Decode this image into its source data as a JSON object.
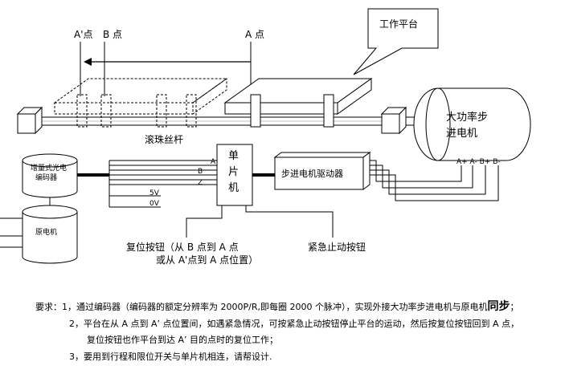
{
  "labels": {
    "platform": "工作平台",
    "point_a_prime": "A'点",
    "point_b": "B 点",
    "point_a": "A 点",
    "ball_screw": "滚珠丝杆",
    "motor_line1": "大功率步",
    "motor_line2": "进电机",
    "motor_terminals": "A+ A-  B+ B-",
    "encoder_line1": "增量式光电",
    "encoder_line2": "编码器",
    "orig_motor": "原电机",
    "sig_a": "A",
    "sig_b": "B",
    "sig_z": "Z",
    "v5": "5V",
    "v0": "0V",
    "mcu_line1": "单",
    "mcu_line2": "片",
    "mcu_line3": "机",
    "driver": "步进电机驱动器",
    "reset_line1": "复位按钮（从 B 点到 A 点",
    "reset_line2": "或从 A'点到 A 点位置）",
    "estop": "紧急止动按钮"
  },
  "requirements": {
    "r1_prefix": "要求：1，通过编码器（编码器的额定分辨率为 2000P/R,即每圈 2000 个脉冲），实现外接大功率步进电机与原电机",
    "r1_emph": "同步",
    "r1_suffix": "；",
    "r2_line1": "2，平台在从 A 点到 A’ 点位置间，如遇紧急情况，可按紧急止动按钮停止平台的运动，然后按复位按钮回到 A 点，",
    "r2_line2": "复位按钮也作平台到达 A’ 目的点时的复位工作；",
    "r3": "3，要用到行程和限位开关与单片机相连，请帮设计."
  }
}
